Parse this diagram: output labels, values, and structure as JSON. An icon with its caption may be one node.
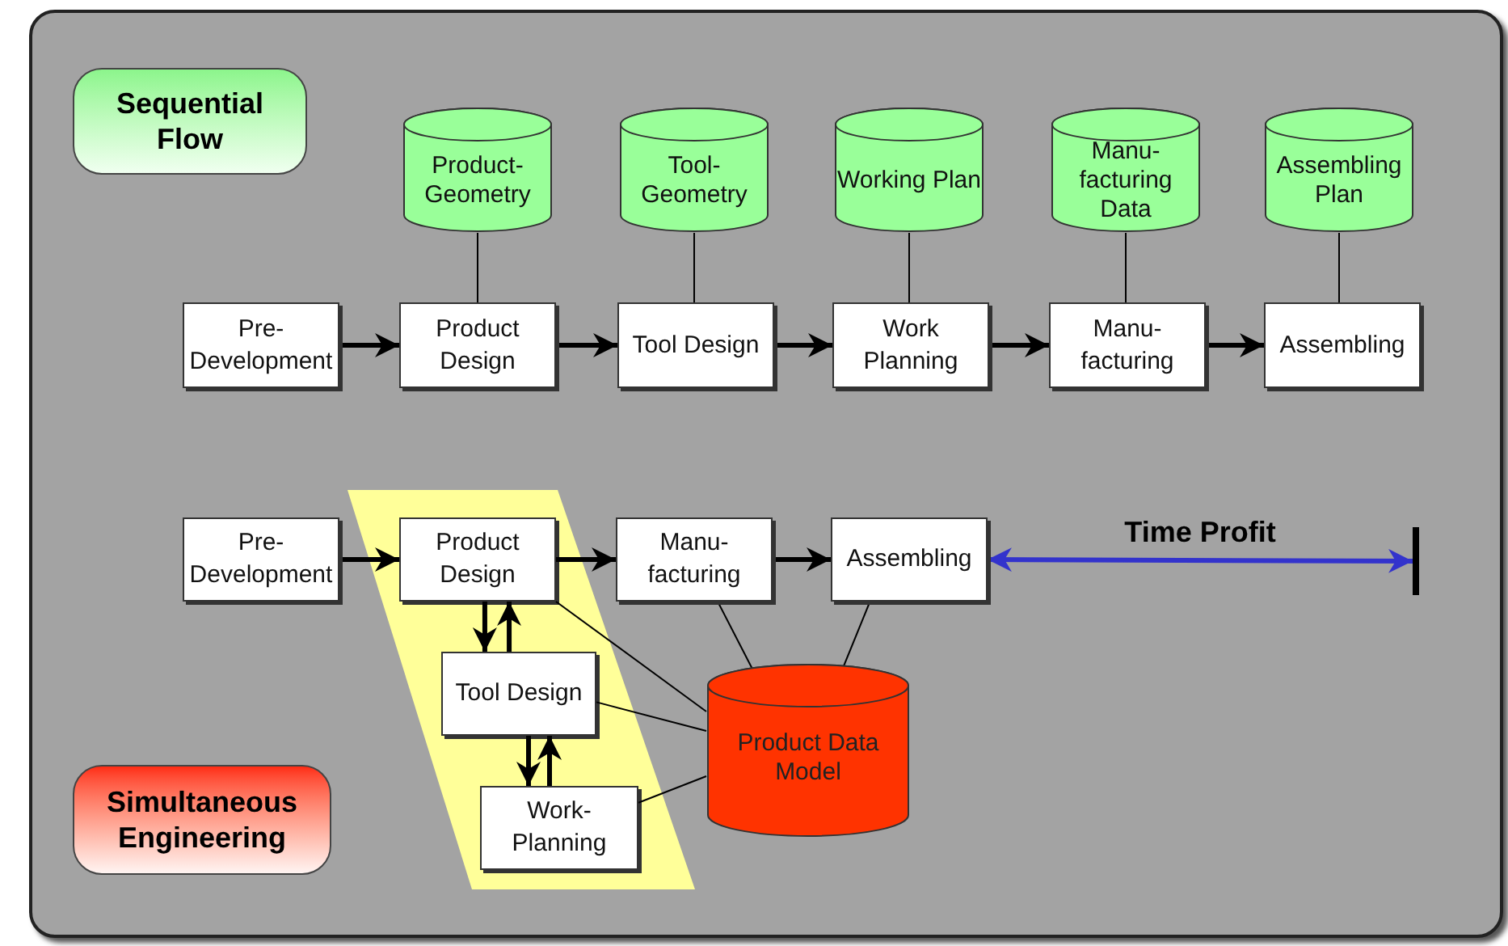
{
  "diagram": {
    "nodes": [
      {
        "text": [
          "Sequential Flow"
        ]
      },
      {
        "text": [
          "Product- Geometry"
        ]
      },
      {
        "text": [
          "Tool- Geometry"
        ]
      },
      {
        "text": [
          "Working Plan"
        ]
      },
      {
        "text": [
          "Manu- facturing Data"
        ]
      },
      {
        "text": [
          "Assembling Plan"
        ]
      },
      {
        "text": [
          "Pre- Development"
        ]
      },
      {
        "text": [
          "Product Design"
        ]
      },
      {
        "text": [
          "Tool Design"
        ]
      },
      {
        "text": [
          "Work Planning"
        ]
      },
      {
        "text": [
          "Manu- facturing"
        ]
      },
      {
        "text": [
          "Assembling"
        ]
      },
      {
        "text": [],
        "shape": "parallelogram"
      },
      {
        "text": [
          "Pre- Development"
        ]
      },
      {
        "text": [
          "Product Design"
        ],
        "in": 12
      },
      {
        "text": [
          "Manu- facturing"
        ]
      },
      {
        "text": [
          "Assembling"
        ]
      },
      {
        "text": [],
        "shape": "bar"
      },
      {
        "text": [
          "Tool Design"
        ],
        "in": 12
      },
      {
        "text": [
          "Work- Planning"
        ],
        "in": 12
      },
      {
        "text": [
          "Product Data Model"
        ]
      },
      {
        "text": [
          "Simultaneous Engineering"
        ]
      }
    ],
    "edges": [
      {
        "from": 1,
        "to": 7,
        "arrow": "none"
      },
      {
        "from": 2,
        "to": 8,
        "arrow": "none"
      },
      {
        "from": 3,
        "to": 9,
        "arrow": "none"
      },
      {
        "from": 4,
        "to": 10,
        "arrow": "none"
      },
      {
        "from": 5,
        "to": 11,
        "arrow": "none"
      },
      {
        "from": 6,
        "to": 7,
        "arrow": "to"
      },
      {
        "from": 7,
        "to": 8,
        "arrow": "to"
      },
      {
        "from": 8,
        "to": 9,
        "arrow": "to"
      },
      {
        "from": 9,
        "to": 10,
        "arrow": "to"
      },
      {
        "from": 10,
        "to": 11,
        "arrow": "to"
      },
      {
        "from": 13,
        "to": 14,
        "arrow": "to"
      },
      {
        "from": 14,
        "to": 15,
        "arrow": "to"
      },
      {
        "from": 15,
        "to": 16,
        "arrow": "to"
      },
      {
        "from": 16,
        "to": 17,
        "arrow": "both",
        "label": "Time Profit",
        "color": "#3333cc"
      },
      {
        "from": 14,
        "to": 18,
        "arrow": "to"
      },
      {
        "from": 18,
        "to": 14,
        "arrow": "to"
      },
      {
        "from": 18,
        "to": 19,
        "arrow": "to"
      },
      {
        "from": 19,
        "to": 18,
        "arrow": "to"
      },
      {
        "from": 14,
        "to": 20,
        "arrow": "none"
      },
      {
        "from": 15,
        "to": 20,
        "arrow": "none"
      },
      {
        "from": 16,
        "to": 20,
        "arrow": "none"
      },
      {
        "from": 18,
        "to": 20,
        "arrow": "none"
      },
      {
        "from": 19,
        "to": 20,
        "arrow": "none"
      }
    ]
  }
}
